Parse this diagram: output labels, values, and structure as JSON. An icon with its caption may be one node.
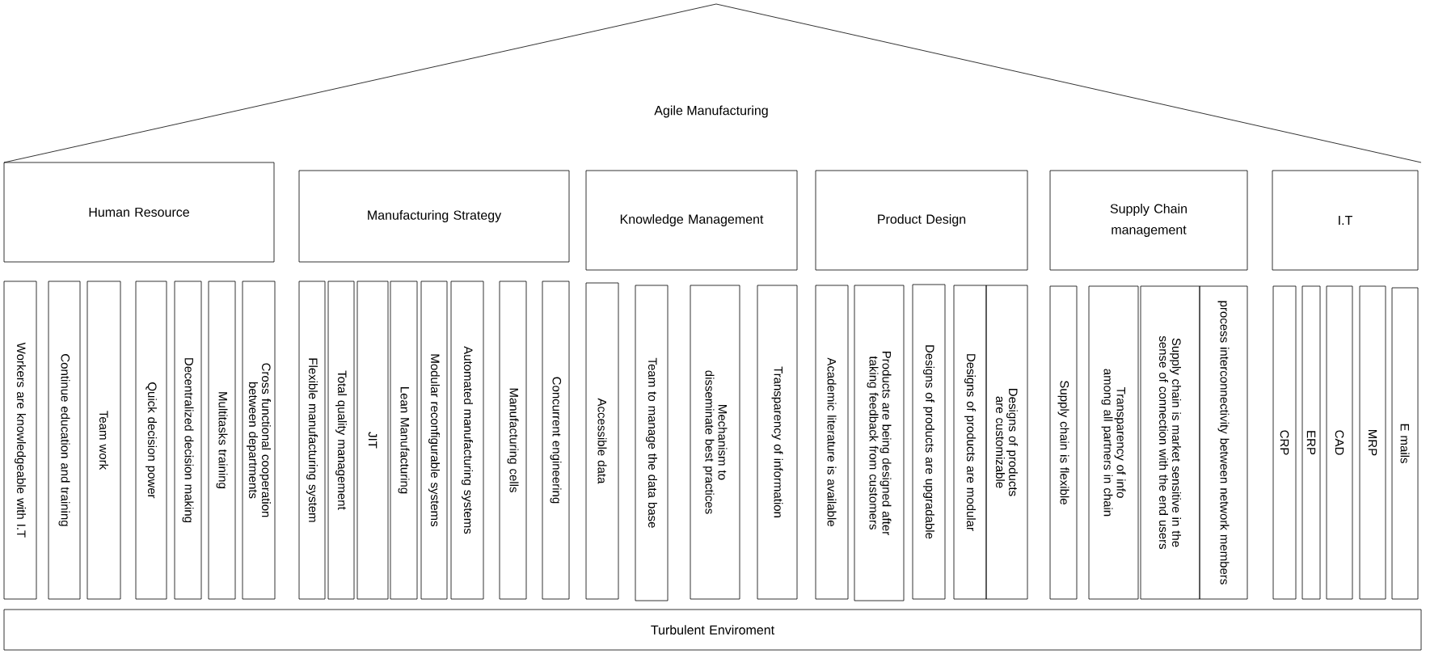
{
  "diagram": {
    "nodes": [
      {
        "text": [
          "Agile Manufacturing"
        ]
      },
      {
        "text": [
          "Human Resource"
        ]
      },
      {
        "text": [
          "Manufacturing Strategy"
        ]
      },
      {
        "text": [
          "Knowledge Management"
        ]
      },
      {
        "text": [
          "Product Design"
        ]
      },
      {
        "text": [
          "Supply Chain management"
        ]
      },
      {
        "text": [
          "I.T"
        ]
      },
      {
        "text": [
          "Workers are knowledgeable with I.T"
        ]
      },
      {
        "text": [
          "Continue education and training"
        ]
      },
      {
        "text": [
          "Team work"
        ]
      },
      {
        "text": [
          "Quick decision power"
        ]
      },
      {
        "text": [
          "Decentralized decision making"
        ]
      },
      {
        "text": [
          "Multitasks training"
        ]
      },
      {
        "text": [
          "Cross functional cooperation between departments"
        ]
      },
      {
        "text": [
          "Flexible manufacturing system"
        ]
      },
      {
        "text": [
          "Total quality management"
        ]
      },
      {
        "text": [
          "JIT"
        ]
      },
      {
        "text": [
          "Lean Manufacturing"
        ]
      },
      {
        "text": [
          "Modular reconfigurable systems"
        ]
      },
      {
        "text": [
          "Automated manufacturing systems"
        ]
      },
      {
        "text": [
          "Manufacturing cells"
        ]
      },
      {
        "text": [
          "Concurrent engineering"
        ]
      },
      {
        "text": [
          "Accessible data"
        ]
      },
      {
        "text": [
          "Team to manage the data base"
        ]
      },
      {
        "text": [
          "Mechanism to disseminate best practices"
        ]
      },
      {
        "text": [
          "Transparency of information"
        ]
      },
      {
        "text": [
          "Academic literature is available"
        ]
      },
      {
        "text": [
          "Products are being designed after taking feedback from customers"
        ]
      },
      {
        "text": [
          "Designs of products are upgradable"
        ]
      },
      {
        "text": [
          "Designs of products are modular"
        ]
      },
      {
        "text": [
          "Designs of products are customizable"
        ]
      },
      {
        "text": [
          "Supply chain is flexible"
        ]
      },
      {
        "text": [
          "Transparency of info among all partners in chain"
        ]
      },
      {
        "text": [
          "Supply chain is market sensitive in the sense of connection with the end users"
        ]
      },
      {
        "text": [
          "process interconnectivity between network members"
        ]
      },
      {
        "text": [
          "CRP"
        ]
      },
      {
        "text": [
          "ERP"
        ]
      },
      {
        "text": [
          "CAD"
        ]
      },
      {
        "text": [
          "MRP"
        ]
      },
      {
        "text": [
          "E mails"
        ]
      },
      {
        "text": [
          "Turbulent Enviroment"
        ]
      }
    ]
  }
}
